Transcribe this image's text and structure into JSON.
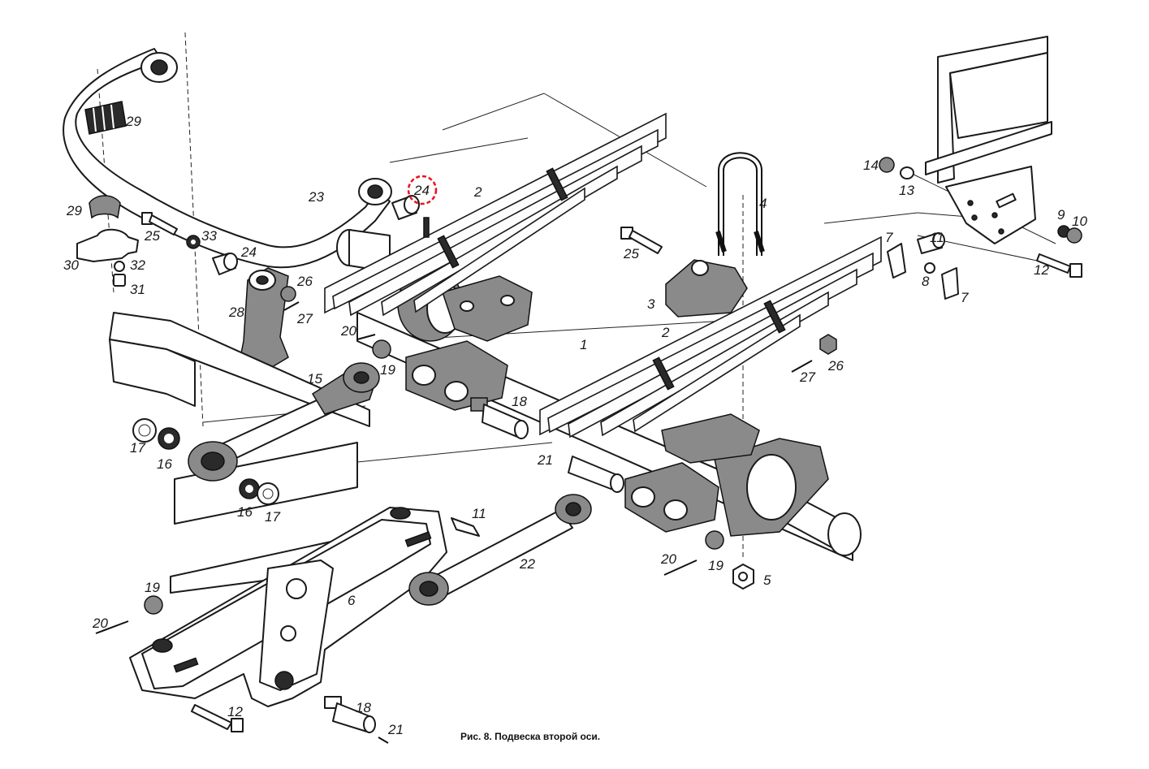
{
  "caption": "Рис. 8. Подвеска второй оси.",
  "highlight_color": "#e8141c",
  "highlighted_label": "24",
  "labels": {
    "l1": "1",
    "l2a": "2",
    "l2b": "2",
    "l3": "3",
    "l4": "4",
    "l5": "5",
    "l6": "6",
    "l7a": "7",
    "l7b": "7",
    "l8": "8",
    "l9": "9",
    "l10": "10",
    "l11a": "11",
    "l11b": "11",
    "l12a": "12",
    "l12b": "12",
    "l13": "13",
    "l14": "14",
    "l15": "15",
    "l16a": "16",
    "l16b": "16",
    "l17a": "17",
    "l17b": "17",
    "l18a": "18",
    "l18b": "18",
    "l19a": "19",
    "l19b": "19",
    "l19c": "19",
    "l20a": "20",
    "l20b": "20",
    "l20c": "20",
    "l21a": "21",
    "l21b": "21",
    "l22": "22",
    "l23": "23",
    "l24a": "24",
    "l24b": "24",
    "l25a": "25",
    "l25b": "25",
    "l26a": "26",
    "l26b": "26",
    "l27a": "27",
    "l27b": "27",
    "l28": "28",
    "l29a": "29",
    "l29b": "29",
    "l30": "30",
    "l31": "31",
    "l32": "32",
    "l33": "33"
  }
}
